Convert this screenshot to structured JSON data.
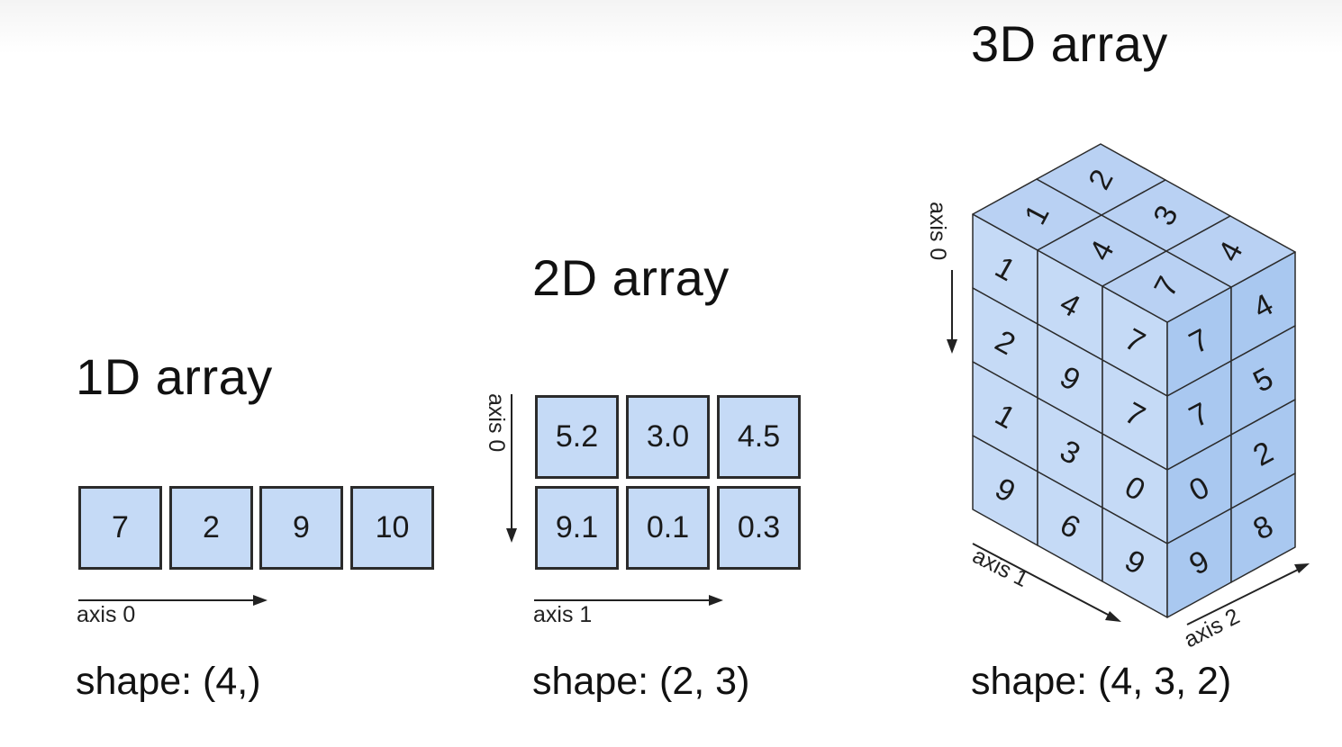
{
  "panels": [
    {
      "title": "1D array",
      "values": [
        "7",
        "2",
        "9",
        "10"
      ],
      "axis_labels": [
        "axis 0"
      ],
      "shape": "shape: (4,)"
    },
    {
      "title": "2D array",
      "values": [
        [
          "5.2",
          "3.0",
          "4.5"
        ],
        [
          "9.1",
          "0.1",
          "0.3"
        ]
      ],
      "axis_labels": [
        "axis 0",
        "axis 1"
      ],
      "shape": "shape: (2, 3)"
    },
    {
      "title": "3D array",
      "front_face": [
        [
          "1",
          "4",
          "7"
        ],
        [
          "2",
          "9",
          "7"
        ],
        [
          "1",
          "3",
          "0"
        ],
        [
          "9",
          "6",
          "9"
        ]
      ],
      "side_face": [
        [
          "7",
          "4"
        ],
        [
          "7",
          "5"
        ],
        [
          "0",
          "2"
        ],
        [
          "9",
          "8"
        ]
      ],
      "top_face": [
        [
          "1",
          "2"
        ],
        [
          "4",
          "3"
        ],
        [
          "7",
          "4"
        ]
      ],
      "axis_labels": [
        "axis 0",
        "axis 1",
        "axis 2"
      ],
      "shape": "shape: (4, 3, 2)"
    }
  ],
  "colors": {
    "cell_fill": "#c5daf6",
    "side_fill": "#a9c8f0",
    "top_fill": "#b9d1f3",
    "stroke": "#2b2b2b"
  }
}
